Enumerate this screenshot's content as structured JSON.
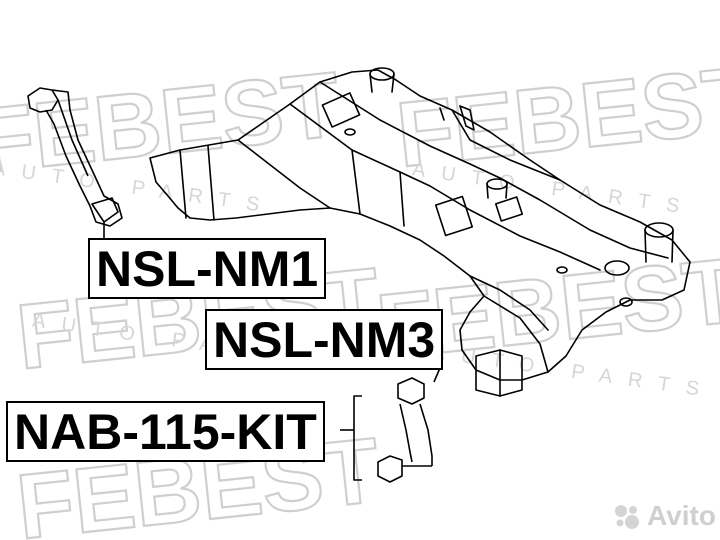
{
  "watermark": {
    "brand": "FEBEST",
    "tagline": "AUTO PARTS"
  },
  "labels": {
    "part1": "NSL-NM1",
    "part2": "NSL-NM3",
    "part3": "NAB-115-KIT"
  },
  "avito": {
    "text": "Avito"
  }
}
